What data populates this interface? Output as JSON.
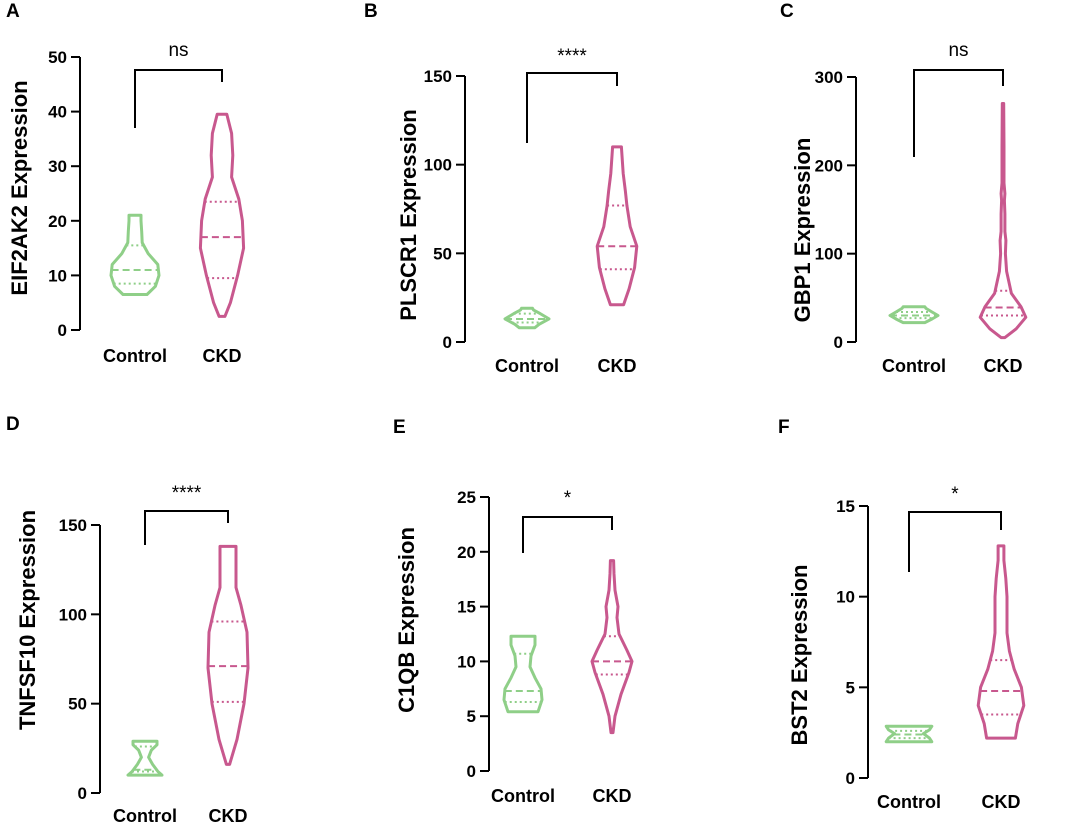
{
  "colors": {
    "control": "#8fcf88",
    "ckd": "#c8588e",
    "axis": "#000000"
  },
  "chart_data": [
    {
      "panel": "A",
      "type": "violin",
      "ylabel": "EIF2AK2 Expression",
      "categories": [
        "Control",
        "CKD"
      ],
      "ylim": [
        0,
        50
      ],
      "yticks": [
        "0",
        "10",
        "20",
        "30",
        "40",
        "50"
      ],
      "significance": "ns",
      "series": [
        {
          "category": "Control",
          "min": 6.5,
          "q1": 8.5,
          "median": 11.0,
          "q3": 15.5,
          "max": 21.0,
          "profile": [
            [
              6.5,
              0.5
            ],
            [
              8,
              0.85
            ],
            [
              10,
              1.0
            ],
            [
              12,
              0.95
            ],
            [
              14,
              0.55
            ],
            [
              16,
              0.3
            ],
            [
              18,
              0.28
            ],
            [
              20,
              0.25
            ],
            [
              21,
              0.25
            ]
          ]
        },
        {
          "category": "CKD",
          "min": 2.5,
          "q1": 9.5,
          "median": 17.0,
          "q3": 23.5,
          "max": 39.5,
          "profile": [
            [
              2.5,
              0.12
            ],
            [
              5,
              0.35
            ],
            [
              10,
              0.65
            ],
            [
              15,
              0.9
            ],
            [
              20,
              0.85
            ],
            [
              24,
              0.7
            ],
            [
              28,
              0.4
            ],
            [
              32,
              0.45
            ],
            [
              36,
              0.4
            ],
            [
              39.5,
              0.2
            ]
          ]
        }
      ]
    },
    {
      "panel": "B",
      "type": "violin",
      "ylabel": "PLSCR1 Expression",
      "categories": [
        "Control",
        "CKD"
      ],
      "ylim": [
        0,
        150
      ],
      "yticks": [
        "0",
        "50",
        "100",
        "150"
      ],
      "significance": "****",
      "series": [
        {
          "category": "Control",
          "min": 8,
          "q1": 11,
          "median": 13,
          "q3": 16,
          "max": 19,
          "profile": [
            [
              8,
              0.35
            ],
            [
              10,
              0.55
            ],
            [
              13,
              1.0
            ],
            [
              16,
              0.6
            ],
            [
              18,
              0.3
            ],
            [
              19,
              0.25
            ]
          ]
        },
        {
          "category": "CKD",
          "min": 21,
          "q1": 41,
          "median": 54,
          "q3": 77,
          "max": 110,
          "profile": [
            [
              21,
              0.3
            ],
            [
              30,
              0.55
            ],
            [
              42,
              0.8
            ],
            [
              54,
              0.9
            ],
            [
              65,
              0.6
            ],
            [
              77,
              0.45
            ],
            [
              85,
              0.38
            ],
            [
              95,
              0.28
            ],
            [
              110,
              0.2
            ]
          ]
        }
      ]
    },
    {
      "panel": "C",
      "type": "violin",
      "ylabel": "GBP1 Expression",
      "categories": [
        "Control",
        "CKD"
      ],
      "ylim": [
        0,
        300
      ],
      "yticks": [
        "0",
        "100",
        "200",
        "300"
      ],
      "significance": "ns",
      "series": [
        {
          "category": "Control",
          "min": 22,
          "q1": 27,
          "median": 30,
          "q3": 34,
          "max": 40,
          "profile": [
            [
              22,
              0.45
            ],
            [
              26,
              0.75
            ],
            [
              30,
              1.0
            ],
            [
              34,
              0.75
            ],
            [
              38,
              0.5
            ],
            [
              40,
              0.45
            ]
          ]
        },
        {
          "category": "CKD",
          "min": 5,
          "q1": 30,
          "median": 39,
          "q3": 58,
          "max": 270,
          "profile": [
            [
              5,
              0.08
            ],
            [
              15,
              0.55
            ],
            [
              28,
              0.95
            ],
            [
              40,
              0.75
            ],
            [
              55,
              0.35
            ],
            [
              80,
              0.15
            ],
            [
              100,
              0.1
            ],
            [
              115,
              0.12
            ],
            [
              125,
              0.08
            ],
            [
              145,
              0.08
            ],
            [
              160,
              0.06
            ],
            [
              168,
              0.08
            ],
            [
              180,
              0.04
            ],
            [
              220,
              0.04
            ],
            [
              270,
              0.03
            ]
          ]
        }
      ]
    },
    {
      "panel": "D",
      "type": "violin",
      "ylabel": "TNFSF10 Expression",
      "categories": [
        "Control",
        "CKD"
      ],
      "ylim": [
        0,
        150
      ],
      "yticks": [
        "0",
        "50",
        "100",
        "150"
      ],
      "significance": "****",
      "series": [
        {
          "category": "Control",
          "min": 10,
          "q1": 12,
          "median": 13,
          "q3": 26,
          "max": 29,
          "profile": [
            [
              10,
              0.85
            ],
            [
              12,
              0.65
            ],
            [
              16,
              0.38
            ],
            [
              20,
              0.18
            ],
            [
              24,
              0.32
            ],
            [
              27,
              0.6
            ],
            [
              29,
              0.6
            ]
          ]
        },
        {
          "category": "CKD",
          "min": 16,
          "q1": 51,
          "median": 71,
          "q3": 96,
          "max": 138,
          "profile": [
            [
              16,
              0.08
            ],
            [
              30,
              0.45
            ],
            [
              50,
              0.8
            ],
            [
              70,
              1.0
            ],
            [
              90,
              0.95
            ],
            [
              105,
              0.65
            ],
            [
              115,
              0.4
            ],
            [
              125,
              0.4
            ],
            [
              138,
              0.4
            ]
          ]
        }
      ]
    },
    {
      "panel": "E",
      "type": "violin",
      "ylabel": "C1QB Expression",
      "categories": [
        "Control",
        "CKD"
      ],
      "ylim": [
        0,
        25
      ],
      "yticks": [
        "0",
        "5",
        "10",
        "15",
        "20",
        "25"
      ],
      "significance": "*",
      "series": [
        {
          "category": "Control",
          "min": 5.4,
          "q1": 6.3,
          "median": 7.3,
          "q3": 10.7,
          "max": 12.3,
          "profile": [
            [
              5.4,
              0.75
            ],
            [
              6.5,
              0.95
            ],
            [
              7.5,
              0.9
            ],
            [
              8.5,
              0.6
            ],
            [
              9.5,
              0.35
            ],
            [
              10.5,
              0.4
            ],
            [
              11.5,
              0.6
            ],
            [
              12.3,
              0.6
            ]
          ]
        },
        {
          "category": "CKD",
          "min": 3.5,
          "q1": 8.8,
          "median": 10.0,
          "q3": 12.3,
          "max": 19.2,
          "profile": [
            [
              3.5,
              0.05
            ],
            [
              5,
              0.15
            ],
            [
              7,
              0.45
            ],
            [
              9,
              0.85
            ],
            [
              10,
              1.0
            ],
            [
              11,
              0.75
            ],
            [
              12.5,
              0.35
            ],
            [
              14,
              0.25
            ],
            [
              15,
              0.3
            ],
            [
              16.5,
              0.15
            ],
            [
              18,
              0.1
            ],
            [
              19.2,
              0.08
            ]
          ]
        }
      ]
    },
    {
      "panel": "F",
      "type": "violin",
      "ylabel": "BST2 Expression",
      "categories": [
        "Control",
        "CKD"
      ],
      "ylim": [
        0,
        15
      ],
      "yticks": [
        "0",
        "5",
        "10",
        "15"
      ],
      "significance": "*",
      "series": [
        {
          "category": "Control",
          "min": 2.0,
          "q1": 2.2,
          "median": 2.4,
          "q3": 2.6,
          "max": 2.85,
          "profile": [
            [
              2.0,
              0.95
            ],
            [
              2.2,
              0.85
            ],
            [
              2.45,
              0.6
            ],
            [
              2.65,
              0.85
            ],
            [
              2.85,
              0.95
            ]
          ]
        },
        {
          "category": "CKD",
          "min": 2.2,
          "q1": 3.5,
          "median": 4.8,
          "q3": 6.5,
          "max": 12.8,
          "profile": [
            [
              2.2,
              0.6
            ],
            [
              3,
              0.7
            ],
            [
              4,
              0.95
            ],
            [
              5,
              0.85
            ],
            [
              6,
              0.55
            ],
            [
              7,
              0.35
            ],
            [
              8,
              0.25
            ],
            [
              9,
              0.25
            ],
            [
              10,
              0.25
            ],
            [
              11,
              0.2
            ],
            [
              12,
              0.12
            ],
            [
              12.8,
              0.12
            ]
          ]
        }
      ]
    }
  ]
}
